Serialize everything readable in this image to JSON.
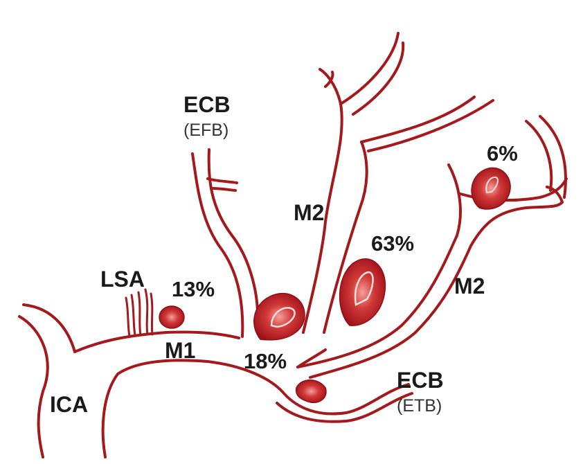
{
  "labels": {
    "ica": "ICA",
    "m1": "M1",
    "lsa": "LSA",
    "m2_upper": "M2",
    "m2_lower": "M2",
    "ecb_top": "ECB",
    "ecb_top_sub": "(EFB)",
    "ecb_bottom": "ECB",
    "ecb_bottom_sub": "(ETB)"
  },
  "aneurysms": [
    {
      "id": "lsa",
      "percent": "13%"
    },
    {
      "id": "efb",
      "percent": "18%"
    },
    {
      "id": "m2-upper",
      "percent": "63%"
    },
    {
      "id": "m2-distal",
      "percent": "6%"
    }
  ],
  "colors": {
    "vessel": "#a3191c",
    "aneurysm_outer": "#b3161b",
    "aneurysm_inner": "#f07a78",
    "text": "#1a1a1a"
  }
}
